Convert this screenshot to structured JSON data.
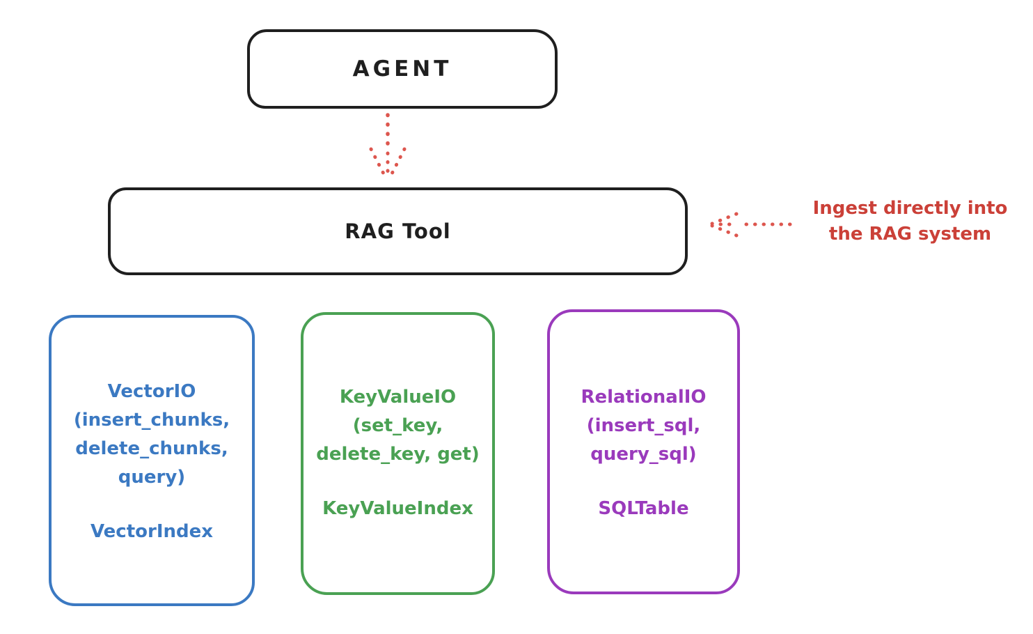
{
  "colors": {
    "ink": "#1f1f1f",
    "red_text": "#cb4038",
    "red_arrow": "#dd564e",
    "blue": "#3b79c2",
    "green": "#4aa153",
    "purple": "#9a3abc"
  },
  "agent_box": {
    "label": "AGENT"
  },
  "rag_box": {
    "label": "RAG Tool"
  },
  "ingest_annotation": {
    "line1": "Ingest directly into",
    "line2": "the RAG system"
  },
  "icons": {
    "agent_to_rag_arrow": "dotted-arrow-down",
    "ingest_arrow": "dotted-arrow-left"
  },
  "cards": [
    {
      "id": "vector-io",
      "color": "#3b79c2",
      "io_lines": [
        "VectorIO",
        "(insert_chunks,",
        "delete_chunks,",
        "query)"
      ],
      "index_label": "VectorIndex"
    },
    {
      "id": "keyvalue-io",
      "color": "#4aa153",
      "io_lines": [
        "KeyValueIO",
        "(set_key,",
        "delete_key, get)"
      ],
      "index_label": "KeyValueIndex"
    },
    {
      "id": "relational-io",
      "color": "#9a3abc",
      "io_lines": [
        "RelationalIO",
        "(insert_sql,",
        "query_sql)"
      ],
      "index_label": "SQLTable"
    }
  ]
}
